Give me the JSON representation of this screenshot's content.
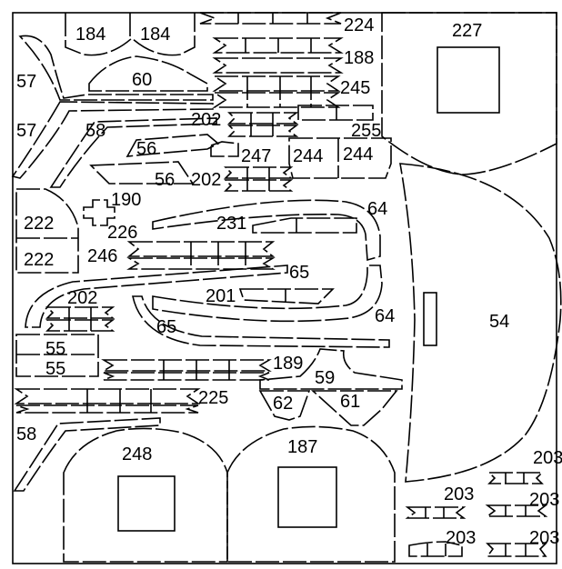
{
  "labels": {
    "p184a": "184",
    "p184b": "184",
    "p224": "224",
    "p227": "227",
    "p188": "188",
    "p57a": "57",
    "p60": "60",
    "p245": "245",
    "p57b": "57",
    "p58a": "58",
    "p202a": "202",
    "p255": "255",
    "p56a": "56",
    "p247": "247",
    "p244a": "244",
    "p244b": "244",
    "p56b": "56",
    "p202b": "202",
    "p190": "190",
    "p64a": "64",
    "p222a": "222",
    "p226": "226",
    "p231": "231",
    "p222b": "222",
    "p246": "246",
    "p65a": "65",
    "p202c": "202",
    "p201": "201",
    "p64b": "64",
    "p54": "54",
    "p65b": "65",
    "p55a": "55",
    "p55b": "55",
    "p189": "189",
    "p59": "59",
    "p62": "62",
    "p61": "61",
    "p225": "225",
    "p58b": "58",
    "p248": "248",
    "p187": "187",
    "p203a": "203",
    "p203b": "203",
    "p203c": "203",
    "p203d": "203",
    "p203e": "203"
  }
}
